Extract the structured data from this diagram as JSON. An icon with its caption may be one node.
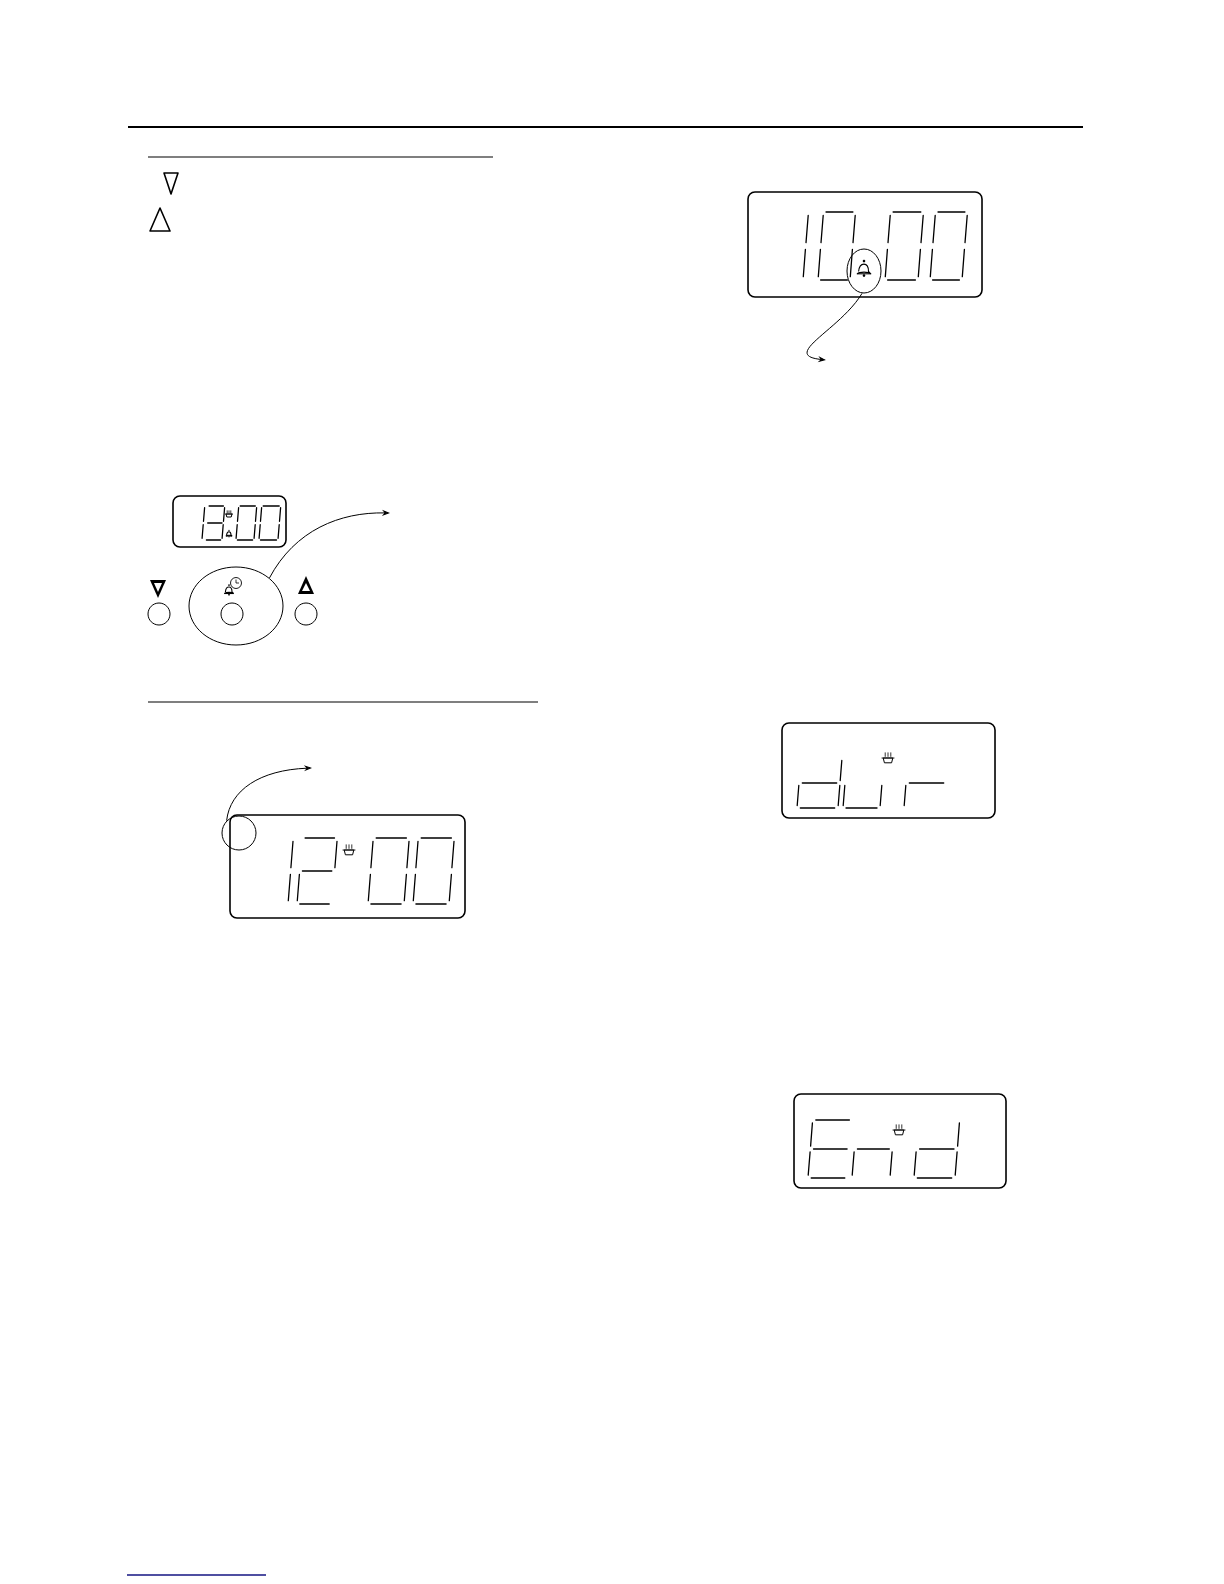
{
  "diagram": {
    "nodes": [
      {
        "text": [],
        "shape": "circle"
      },
      {
        "text": [],
        "shape": "circle"
      },
      {
        "text": [],
        "shape": "circle"
      }
    ],
    "edges": [
      {
        "from": 0,
        "to": null,
        "arrow": "to"
      },
      {
        "from": 1,
        "to": null,
        "arrow": "to"
      },
      {
        "from": 2,
        "to": null,
        "arrow": "to"
      }
    ]
  }
}
